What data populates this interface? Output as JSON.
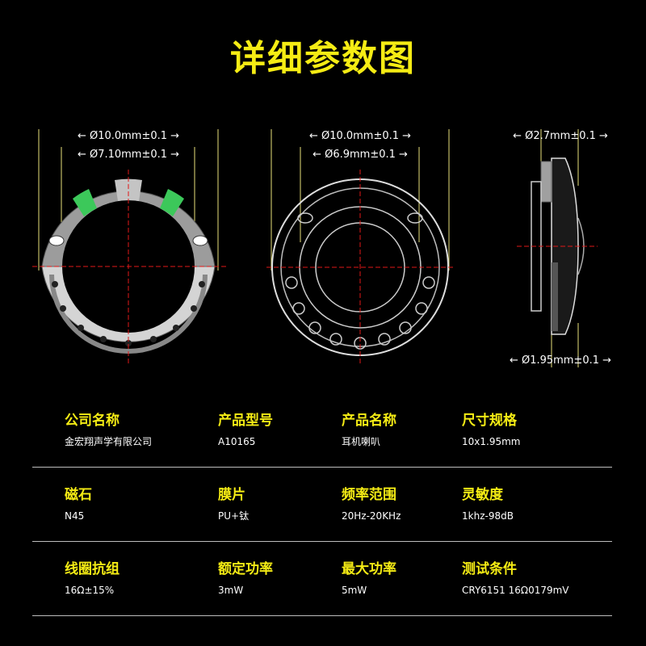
{
  "title": "详细参数图",
  "dimensions": {
    "front_outer": "← Ø10.0mm±0.1 →",
    "front_inner": "← Ø7.10mm±0.1 →",
    "back_outer": "← Ø10.0mm±0.1 →",
    "back_inner": "← Ø6.9mm±0.1 →",
    "side_top": "← Ø2.7mm±0.1 →",
    "side_bottom": "← Ø1.95mm±0.1 →"
  },
  "colors": {
    "accent": "#f5ec14",
    "guide": "#e8e07a",
    "center_line": "#e01818",
    "green_pad": "#3cc85a"
  },
  "specs": [
    [
      {
        "label": "公司名称",
        "value": "金宏翔声学有限公司"
      },
      {
        "label": "产品型号",
        "value": "A10165"
      },
      {
        "label": "产品名称",
        "value": "耳机喇叭"
      },
      {
        "label": "尺寸规格",
        "value": "10x1.95mm"
      }
    ],
    [
      {
        "label": "磁石",
        "value": "N45"
      },
      {
        "label": "膜片",
        "value": "PU+钛"
      },
      {
        "label": "频率范围",
        "value": "20Hz-20KHz"
      },
      {
        "label": "灵敏度",
        "value": "1khz-98dB"
      }
    ],
    [
      {
        "label": "线圈抗组",
        "value": "16Ω±15%"
      },
      {
        "label": "额定功率",
        "value": "3mW"
      },
      {
        "label": "最大功率",
        "value": "5mW"
      },
      {
        "label": "测试条件",
        "value": "CRY6151 16Ω0179mV"
      }
    ]
  ]
}
